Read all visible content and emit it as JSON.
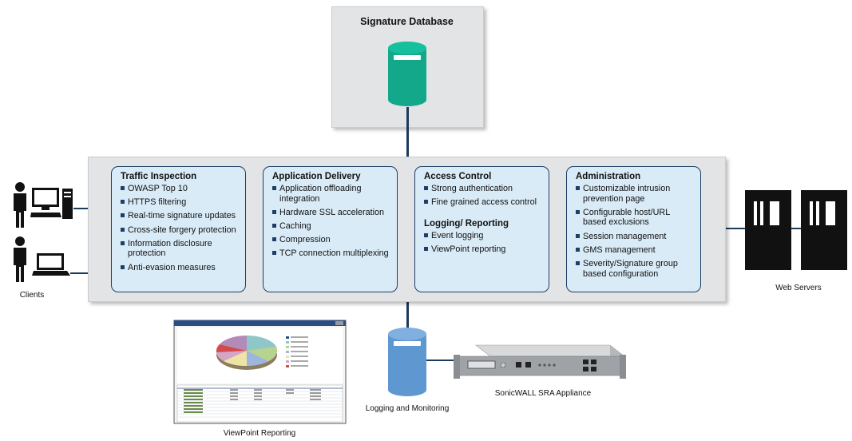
{
  "signature_db": {
    "title": "Signature Database"
  },
  "cards": [
    {
      "title": "Traffic Inspection",
      "items": [
        "OWASP Top 10",
        "HTTPS filtering",
        "Real-time signature updates",
        "Cross-site forgery protection",
        "Information disclosure protection",
        "Anti-evasion measures"
      ]
    },
    {
      "title": "Application Delivery",
      "items": [
        "Application offloading integration",
        "Hardware SSL acceleration",
        "Caching",
        "Compression",
        "TCP connection multiplexing"
      ]
    },
    {
      "title": "Access Control",
      "items": [
        "Strong authentication",
        "Fine grained access control"
      ],
      "section2_title": "Logging/ Reporting",
      "section2_items": [
        "Event logging",
        "ViewPoint reporting"
      ]
    },
    {
      "title": "Administration",
      "items": [
        "Customizable intrusion prevention page",
        "Configurable host/URL based exclusions",
        "Session management",
        "GMS management",
        "Severity/Signature group based configuration"
      ]
    }
  ],
  "labels": {
    "clients": "Clients",
    "web_servers": "Web Servers",
    "logging": "Logging and Monitoring",
    "appliance": "SonicWALL SRA Appliance",
    "viewpoint": "ViewPoint Reporting"
  },
  "colors": {
    "panel": "#e2e4e6",
    "card": "#d9ebf7",
    "card_border": "#1d3f66",
    "db_green": "#12a889",
    "db_blue": "#5f97d0",
    "connector": "#1d3a5c"
  }
}
